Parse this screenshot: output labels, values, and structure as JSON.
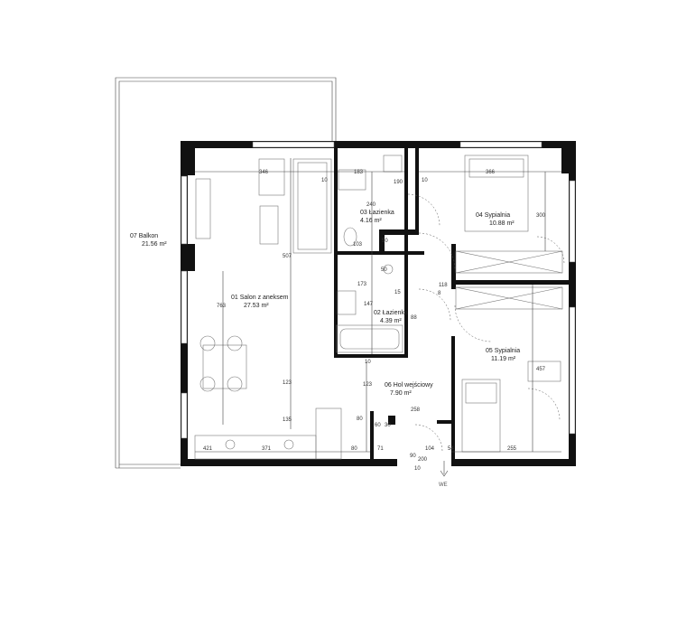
{
  "rooms": [
    {
      "name": "01 Salon z aneksem",
      "area": "27.53 m²"
    },
    {
      "name": "02 Łazienka",
      "area": "4.39 m²"
    },
    {
      "name": "03 Łazienka",
      "area": "4.16 m²"
    },
    {
      "name": "04 Sypialnia",
      "area": "10.88 m²"
    },
    {
      "name": "05 Sypialnia",
      "area": "11.19 m²"
    },
    {
      "name": "06 Hol wejściowy",
      "area": "7.90 m²"
    },
    {
      "name": "07 Balkon",
      "area": "21.56 m²"
    }
  ],
  "dimensions": [
    "346",
    "183",
    "366",
    "10",
    "190",
    "240",
    "10",
    "300",
    "507",
    "763",
    "103",
    "50",
    "173",
    "15",
    "118",
    "147",
    "88",
    "8",
    "123",
    "10",
    "123",
    "135",
    "258",
    "457",
    "421",
    "371",
    "80",
    "71",
    "90",
    "200",
    "104",
    "54",
    "255",
    "60",
    "50",
    "30",
    "80",
    "10"
  ],
  "entrance_mark": "WE"
}
